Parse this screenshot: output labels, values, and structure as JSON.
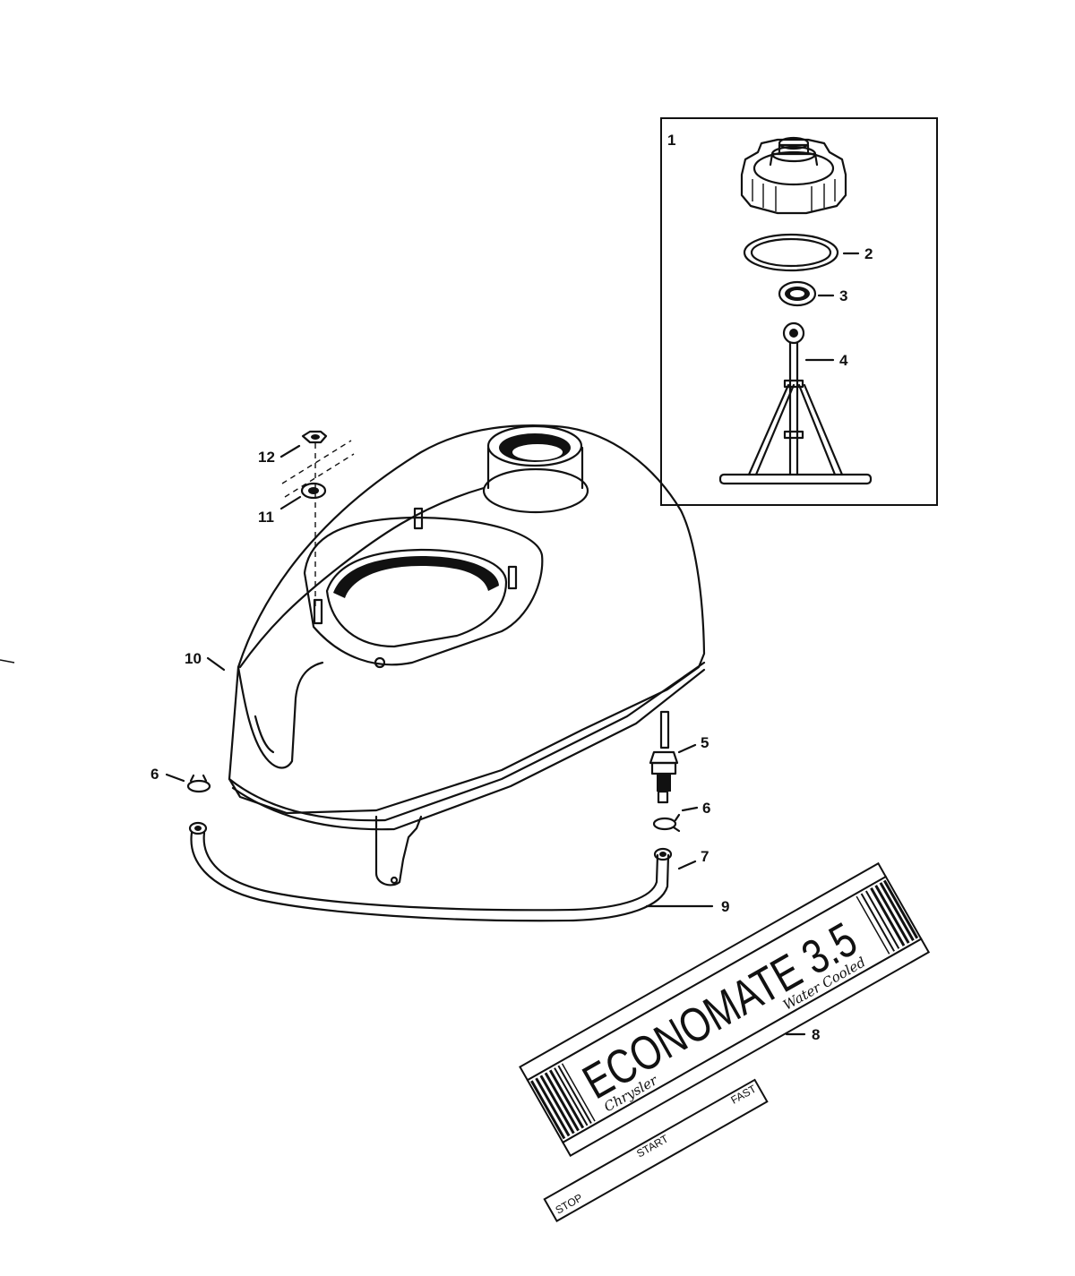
{
  "callouts": {
    "c1": "1",
    "c2": "2",
    "c3": "3",
    "c4": "4",
    "c5": "5",
    "c6a": "6",
    "c6b": "6",
    "c7": "7",
    "c8": "8",
    "c9": "9",
    "c10": "10",
    "c11": "11",
    "c12": "12"
  },
  "decal_8": {
    "model": "ECONOMATE 3.5",
    "brand": "Chrysler",
    "subtitle": "Water Cooled"
  },
  "decal_9": {
    "stop": "STOP",
    "start": "START",
    "fast": "FAST"
  }
}
